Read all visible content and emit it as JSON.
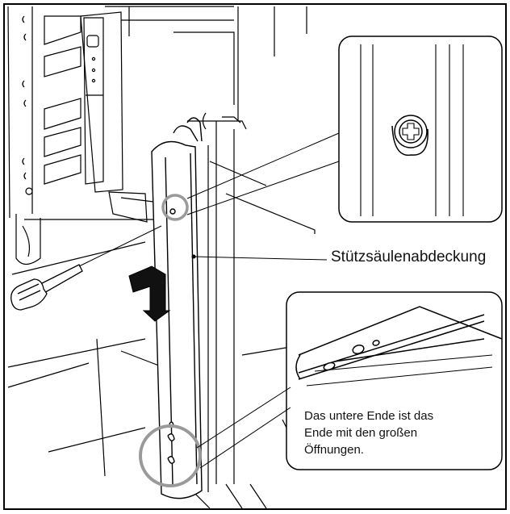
{
  "figure": {
    "label_main": "Stützsäulenabdeckung",
    "note_lines": [
      "Das untere Ende ist das",
      "Ende mit den großen",
      "Öffnungen."
    ]
  }
}
